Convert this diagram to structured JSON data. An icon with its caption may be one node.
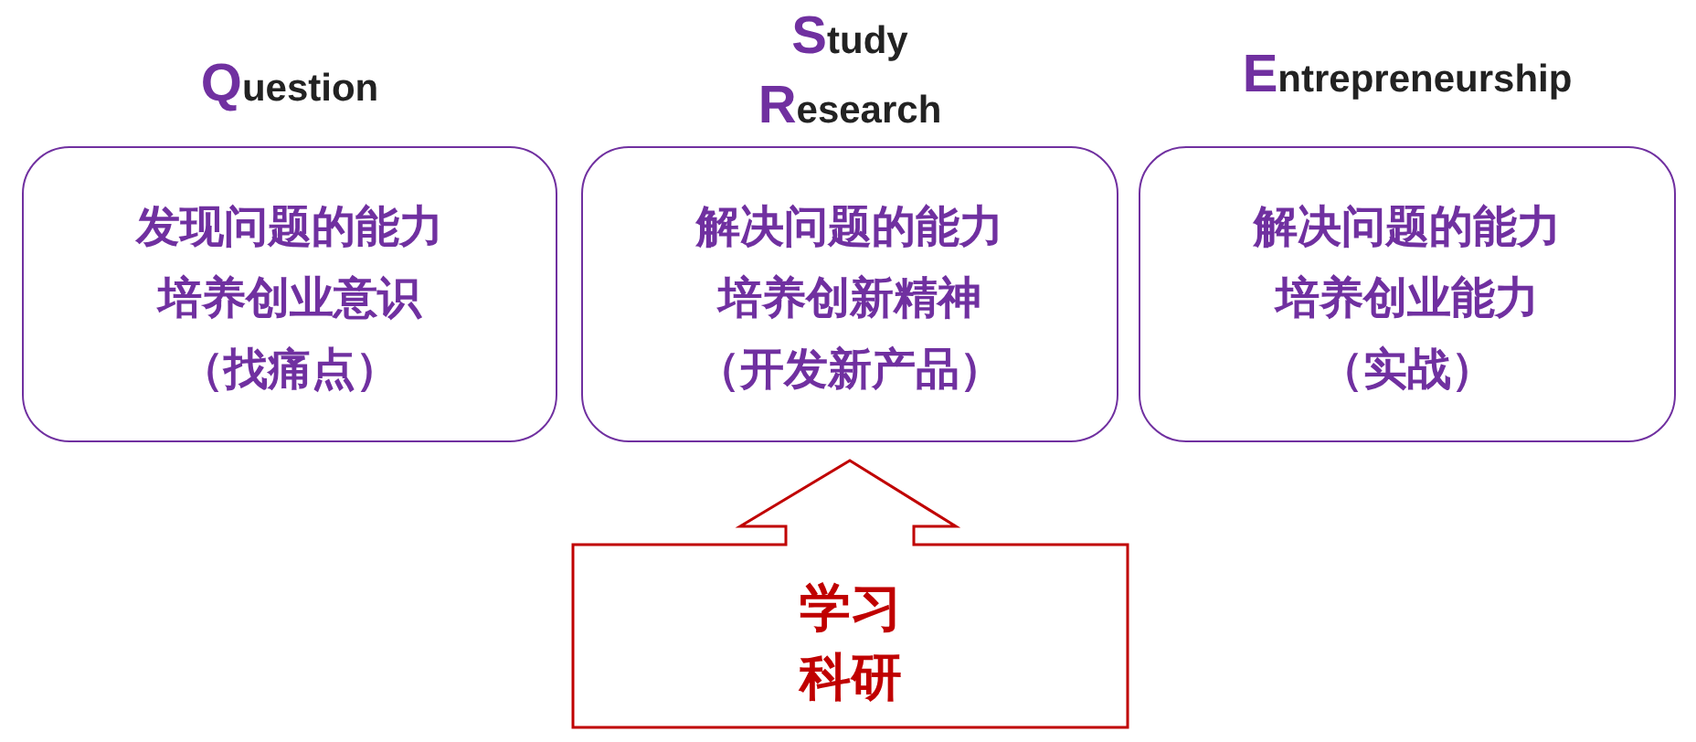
{
  "diagram": {
    "nodes": [
      {
        "text": [
          "Question",
          "发现问题的能力",
          "培养创业意识",
          "（找痛点）"
        ]
      },
      {
        "text": [
          "Study",
          "Research",
          "解决问题的能力",
          "培养创新精神",
          "（开发新产品）"
        ]
      },
      {
        "text": [
          "Entrepreneurship",
          "解决问题的能力",
          "培养创业能力",
          "（实战）"
        ]
      },
      {
        "text": [
          "学习",
          "科研"
        ]
      }
    ]
  }
}
